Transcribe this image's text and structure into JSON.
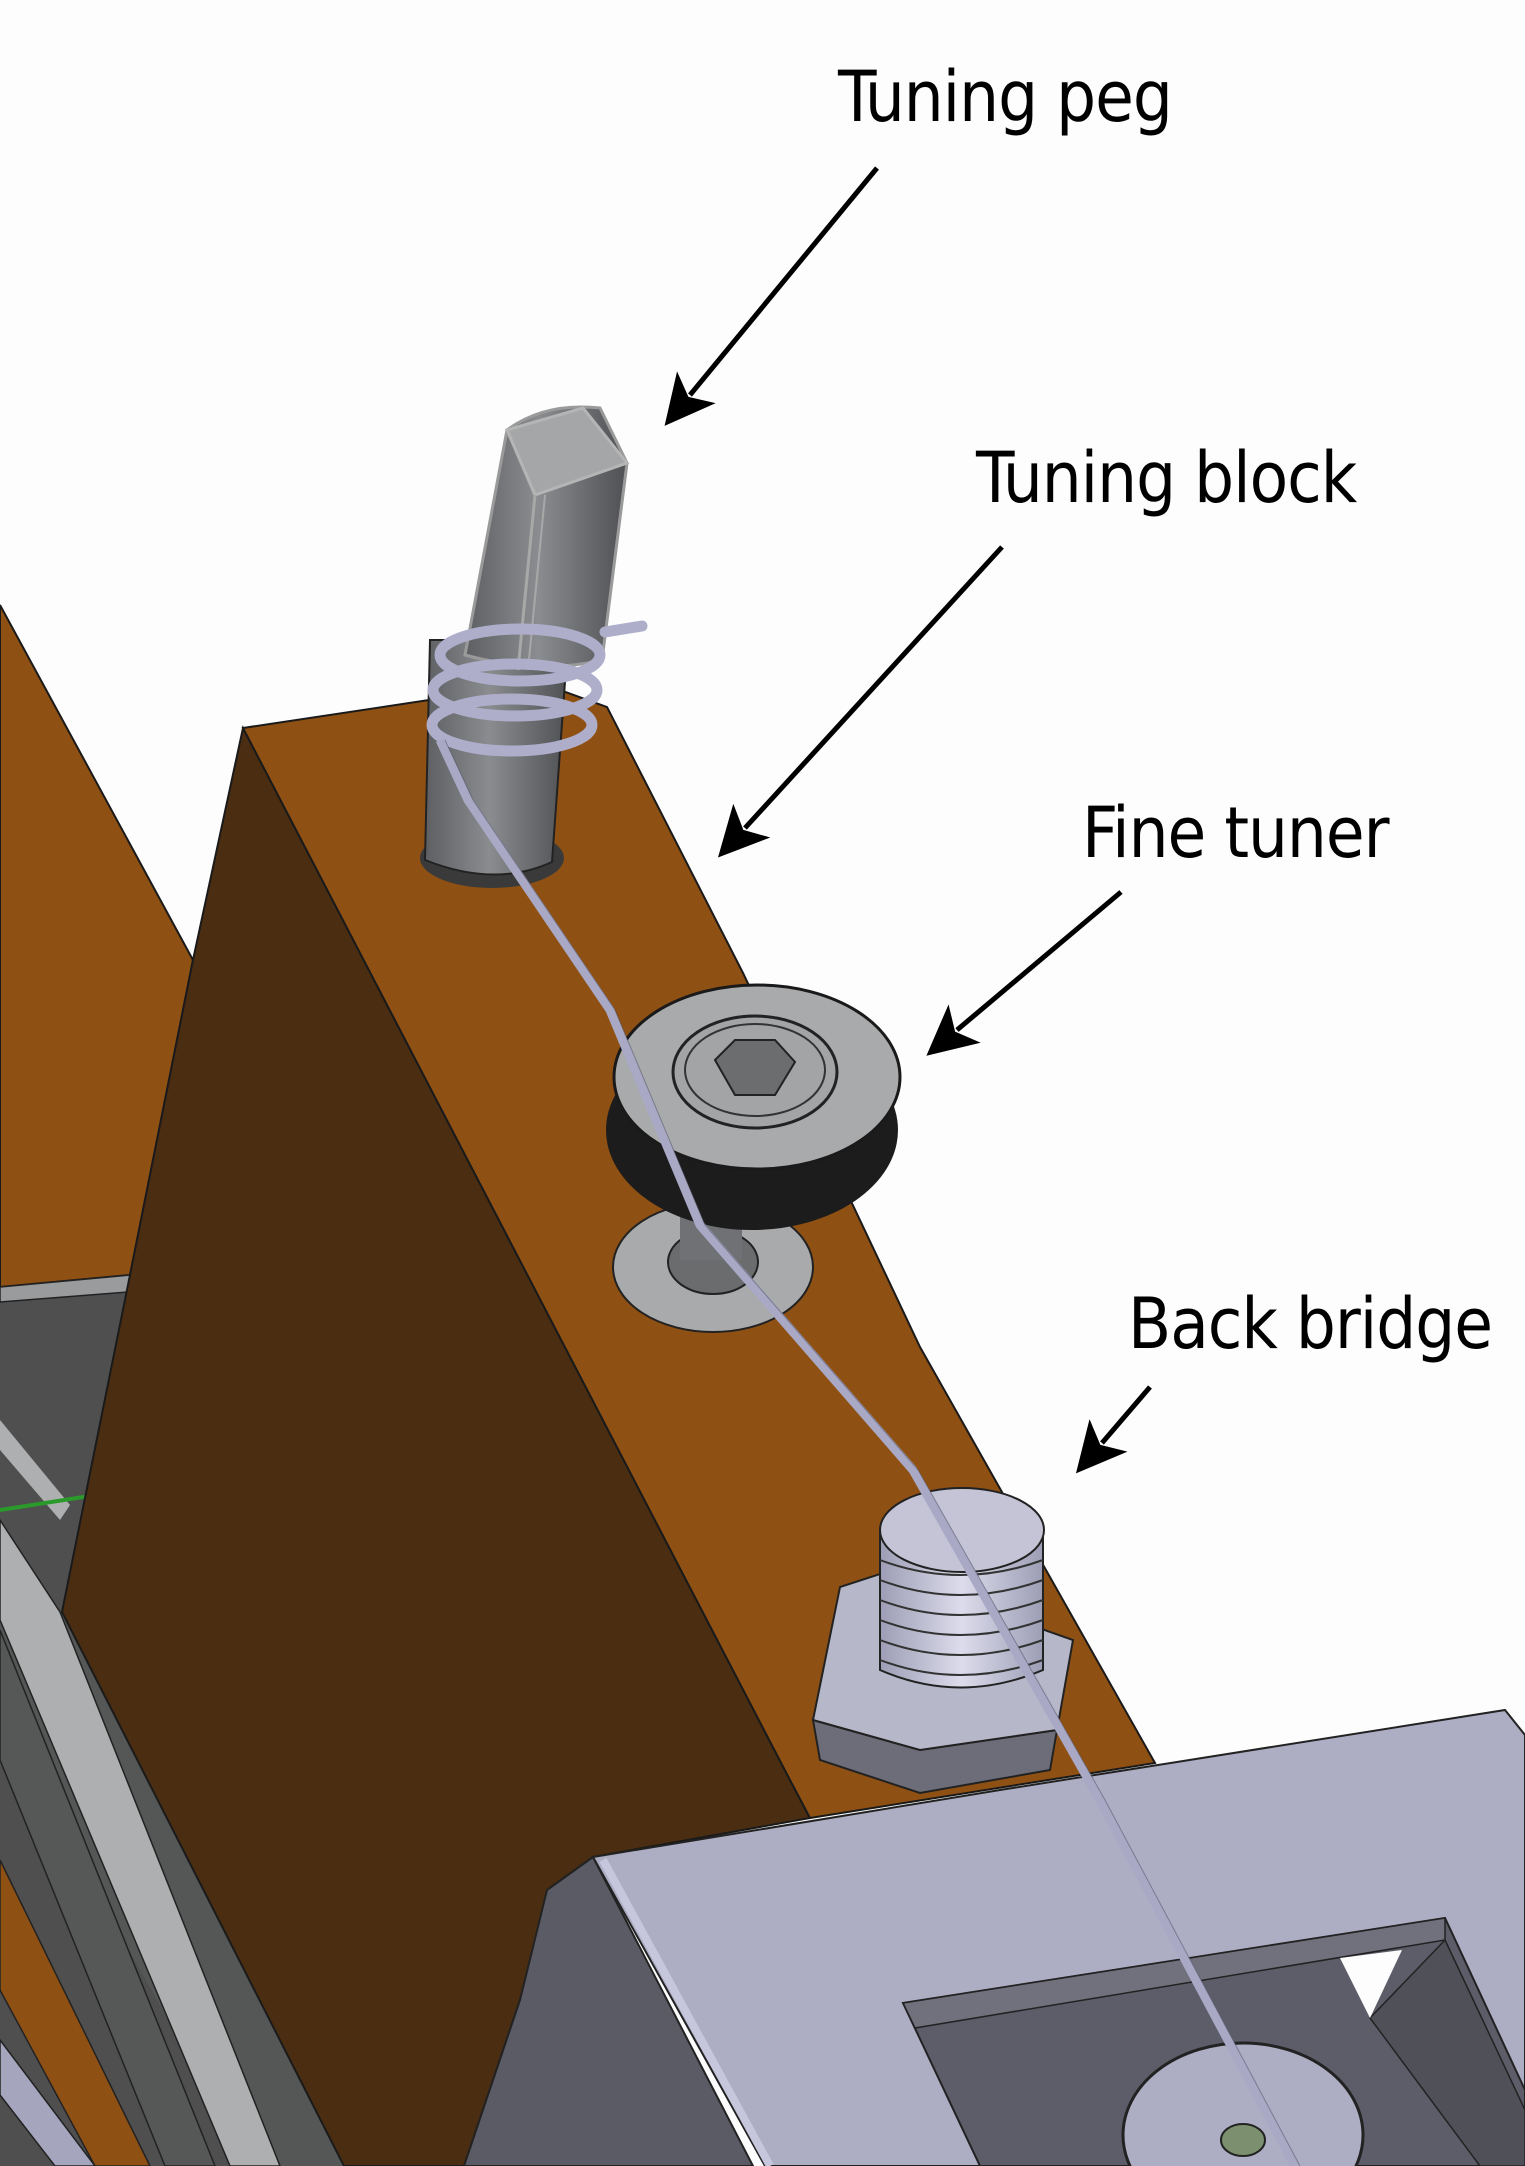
{
  "figure": {
    "title": "Harp string tuning assembly (CAD render)",
    "labels": [
      {
        "id": "tuning-peg",
        "text": "Tuning peg"
      },
      {
        "id": "tuning-block",
        "text": "Tuning block"
      },
      {
        "id": "fine-tuner",
        "text": "Fine tuner"
      },
      {
        "id": "back-bridge",
        "text": "Back bridge"
      }
    ]
  },
  "colors": {
    "background": "#fdfdfd",
    "block_top": "#8f5013",
    "block_front": "#4b2e12",
    "steel_light": "#aaabad",
    "steel_dark": "#1a1a1a",
    "bridge": "#adadc4",
    "bridge_dark": "#5c5c69",
    "string": "#a9a9c6",
    "rail_gray": "#545756",
    "axis_green": "#2a9a2a",
    "arrow": "#000000"
  }
}
